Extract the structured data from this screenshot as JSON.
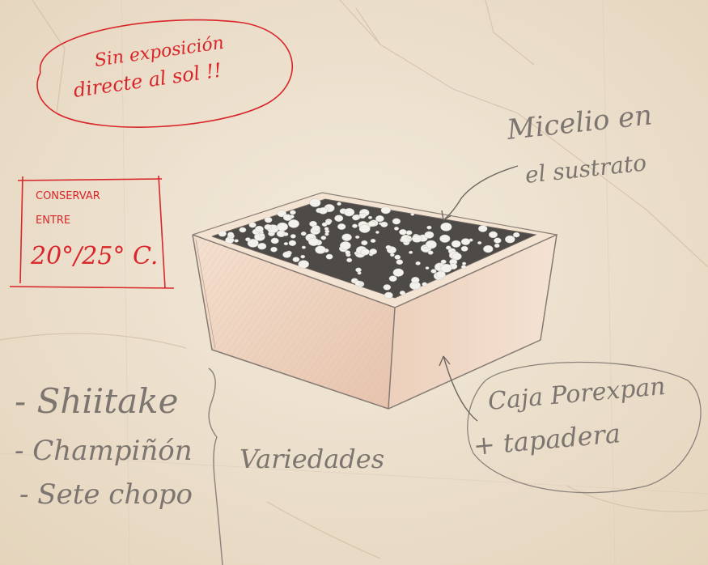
{
  "colors": {
    "paper": "#efe3d1",
    "paper_shade": "#e6d6bf",
    "ink_red": "#d8262a",
    "ink_grey": "#7d7670",
    "box_light": "#f2dccb",
    "box_dark": "#e7c6b1",
    "substrate": "#4d4a47",
    "spawn": "#f3f1ec"
  },
  "sun_warning": {
    "line1": "Sin exposición",
    "line2": "directe al sol !!"
  },
  "temperature_note": {
    "line1": "CONSERVAR",
    "line2": "ENTRE",
    "line3": "20°/25° C."
  },
  "mycelium_label": {
    "line1": "Micelio en",
    "line2": "el sustrato"
  },
  "box_label": {
    "line1": "Caja Porexpan",
    "line2": "+ tapadera"
  },
  "varieties": {
    "items": [
      "- Shiitake",
      "- Champiñón",
      "- Sete chopo"
    ],
    "title": "Variedades"
  }
}
